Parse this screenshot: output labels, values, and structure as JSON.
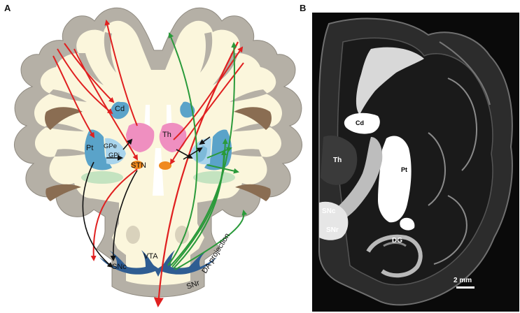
{
  "panel_a": {
    "letter": "A",
    "labels": {
      "cd": "Cd",
      "pt": "Pt",
      "gpe": "GPe",
      "gpi": "GPi",
      "th": "Th",
      "stn": "STN",
      "vta": "VTA",
      "snc": "SNc",
      "snr": "SNr",
      "da_projection": "DA projection"
    }
  },
  "panel_b": {
    "letter": "B",
    "labels": {
      "cd_top": "Cd",
      "th": "Th",
      "pt": "Pt",
      "snc": "SNc",
      "snr": "SNr",
      "cd_bottom": "Cd",
      "dg": "DG",
      "scale": "2 mm"
    }
  },
  "colors": {
    "cortex": "#b5b0a6",
    "white_matter": "#fbf6dc",
    "caudate_putamen": "#5aa3c9",
    "globus_pallidus": "#a9d4ec",
    "thalamus": "#ef8fc0",
    "stn": "#f08a1e",
    "hippocampus": "#c4e3c0",
    "snc": "#2f5d92",
    "red_pathway": "#e02020",
    "green_pathway": "#2a9a3a",
    "black_pathway": "#111111"
  }
}
